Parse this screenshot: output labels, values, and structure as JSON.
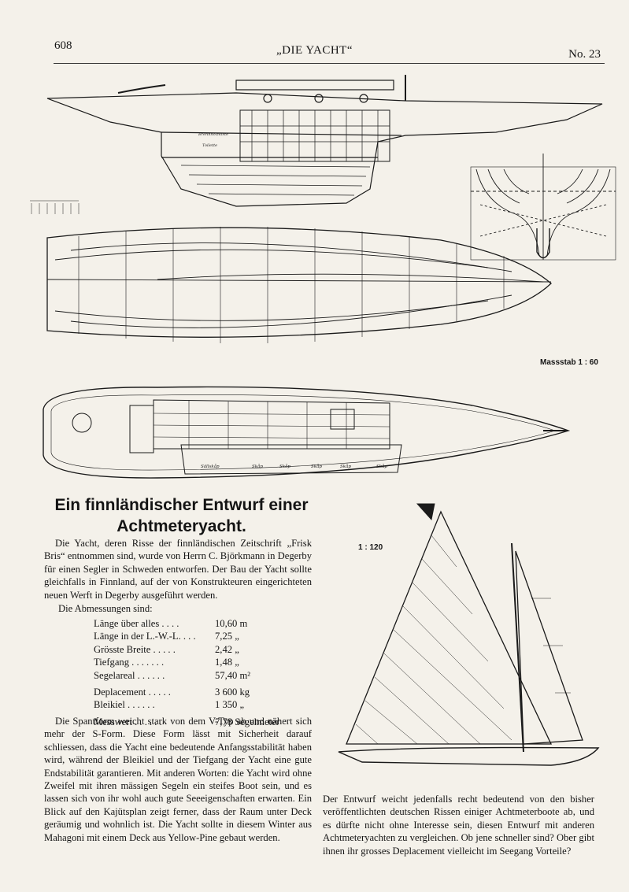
{
  "header": {
    "page_number": "608",
    "running_title": "„DIE YACHT“",
    "issue": "No. 23"
  },
  "figures": {
    "scale_main": "Massstab 1 : 60",
    "scale_sail": "1 : 120",
    "profile_labels": [
      "Brennholzkiste",
      "Toilette"
    ],
    "deck_locker_labels": [
      "Sällskåp",
      "Skåp",
      "Skåp",
      "Skåp",
      "Skåp",
      "Skåp"
    ]
  },
  "article": {
    "title_line1": "Ein finnländischer Entwurf einer",
    "title_line2": "Achtmeteryacht.",
    "intro": "Die Yacht, deren Risse der finnländischen Zeitschrift „Frisk Bris“ entnommen sind, wurde von Herrn C. Björkmann in Degerby für einen Segler in Schweden entworfen. Der Bau der Yacht sollte gleichfalls in Finnland, auf der von Konstrukteuren eingerichteten neuen Werft in Degerby ausgeführt werden.",
    "dimensions_intro": "Die Abmessungen sind:",
    "dimensions": [
      {
        "label": "Länge über alles . . . .",
        "value": "10,60 m"
      },
      {
        "label": "Länge in der L.-W.-L. . . .",
        "value": "7,25 „"
      },
      {
        "label": "Grösste Breite . . . . .",
        "value": "2,42 „"
      },
      {
        "label": "Tiefgang . . . . . . .",
        "value": "1,48 „"
      },
      {
        "label": "Segelareal . . . . . .",
        "value": "57,40 m²"
      },
      {
        "label": "Deplacement . . . . .",
        "value": "3 600 kg"
      },
      {
        "label": "Bleikiel . . . . . .",
        "value": "1 350 „"
      },
      {
        "label": "Messwert . . . . . .",
        "value": "7,78 Segelmeter"
      }
    ],
    "body": "Die Spantform weicht stark von dem V-Typ ab und nähert sich mehr der S-Form. Diese Form lässt mit Sicherheit darauf schliessen, dass die Yacht eine bedeutende Anfangsstabilität haben wird, während der Bleikiel und der Tiefgang der Yacht eine gute Endstabilität garantieren. Mit anderen Worten: die Yacht wird ohne Zweifel mit ihren mässigen Segeln ein steifes Boot sein, und es lassen sich von ihr wohl auch gute Seeeigenschaften erwarten. Ein Blick auf den Kajütsplan zeigt ferner, dass der Raum unter Deck geräumig und wohnlich ist. Die Yacht sollte in diesem Winter aus Mahagoni mit einem Deck aus Yellow-Pine gebaut werden.",
    "right_column": "Der Entwurf weicht jedenfalls recht bedeutend von den bisher veröffentlichten deutschen Rissen einiger Achtmeterboote ab, und es dürfte nicht ohne Interesse sein, diesen Entwurf mit anderen Achtmeteryachten zu vergleichen. Ob jene schneller sind? Ober gibt ihnen ihr grosses Deplacement vielleicht im Seegang Vorteile?"
  }
}
